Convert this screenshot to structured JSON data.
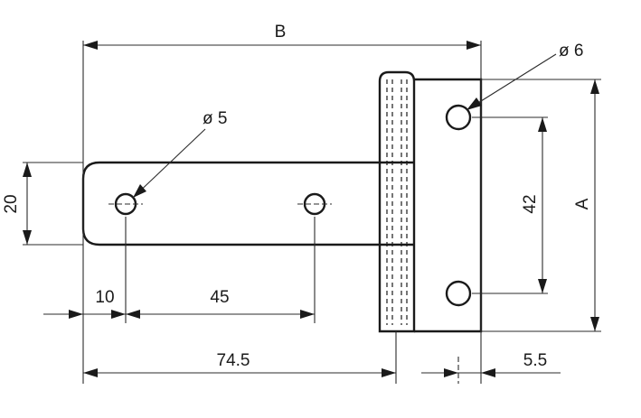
{
  "labels": {
    "dim_B": "B",
    "dim_A": "A",
    "dim_42": "42",
    "dim_20": "20",
    "dim_10": "10",
    "dim_45": "45",
    "dim_74_5": "74.5",
    "dim_5_5": "5.5",
    "hole_small": "ø 5",
    "hole_large": "ø 6"
  }
}
